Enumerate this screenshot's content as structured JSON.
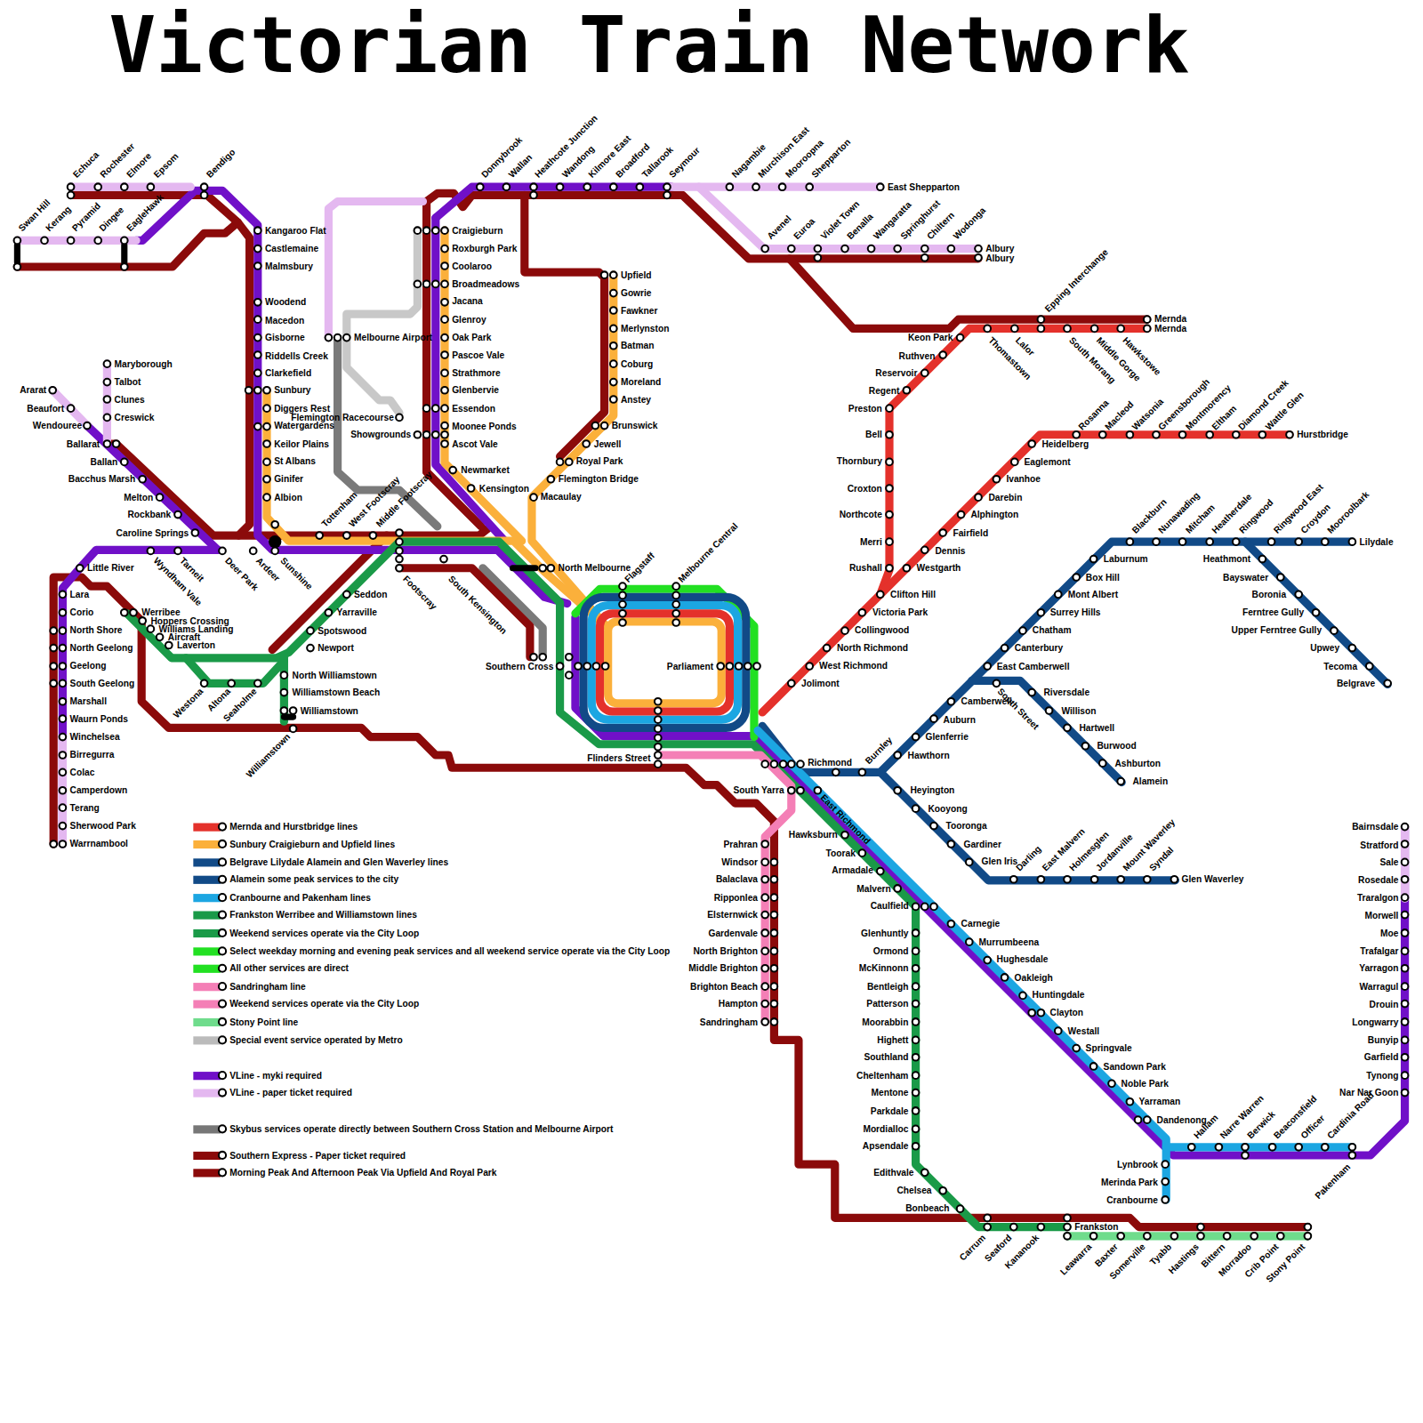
{
  "diagram": {
    "title": "Victorian Train Network",
    "labels": [
      "Swan Hill",
      "Kerang",
      "Pyramid",
      "Dingee",
      "EagleHawk",
      "Echuca",
      "Rochester",
      "Elmore",
      "Epsom",
      "Bendigo",
      "Kangaroo Flat",
      "Castlemaine",
      "Malmsbury",
      "Woodend",
      "Macedon",
      "Gisborne",
      "Riddells Creek",
      "Clarkefield",
      "Sunbury",
      "Diggers Rest",
      "Watergardens",
      "Keilor Plains",
      "St Albans",
      "Ginifer",
      "Albion",
      "Sunshine",
      "Ardeer",
      "Deer Park",
      "Tarneit",
      "Wyndham Vale",
      "Caroline Springs",
      "Rockbank",
      "Melton",
      "Bacchus Marsh",
      "Ballan",
      "Ballarat",
      "Wendouree",
      "Beaufort",
      "Ararat",
      "Maryborough",
      "Talbot",
      "Clunes",
      "Creswick",
      "Little River",
      "Lara",
      "Corio",
      "North Shore",
      "North Geelong",
      "Geelong",
      "South Geelong",
      "Marshall",
      "Waurn Ponds",
      "Winchelsea",
      "Birregurra",
      "Colac",
      "Camperdown",
      "Terang",
      "Sherwood Park",
      "Warrnambool",
      "Werribee",
      "Hoppers Crossing",
      "Williams Landing",
      "Aircraft",
      "Laverton",
      "Westona",
      "Altona",
      "Seaholme",
      "Spotswood",
      "Newport",
      "Yarraville",
      "Seddon",
      "North Williamstown",
      "Williamstown Beach",
      "Williamstown",
      "Williamstown",
      "Tottenham",
      "West Footscray",
      "Middle Footscray",
      "Footscray",
      "South Kensington",
      "Melbourne Airport",
      "Flemington Racecourse",
      "Showgrounds",
      "Craigieburn",
      "Roxburgh Park",
      "Coolaroo",
      "Broadmeadows",
      "Jacana",
      "Glenroy",
      "Oak Park",
      "Pascoe Vale",
      "Strathmore",
      "Glenbervie",
      "Essendon",
      "Moonee Ponds",
      "Ascot Vale",
      "Newmarket",
      "Kensington",
      "Donnybrook",
      "Wallan",
      "Heathcote Junction",
      "Wandong",
      "Kilmore East",
      "Broadford",
      "Tallarook",
      "Seymour",
      "Nagambie",
      "Murchison East",
      "Mooroopna",
      "Shepparton",
      "East Shepparton",
      "Avenel",
      "Euroa",
      "Violet Town",
      "Benalla",
      "Wangaratta",
      "Springhurst",
      "Chiltern",
      "Wodonga",
      "Albury",
      "Albury",
      "Upfield",
      "Gowrie",
      "Fawkner",
      "Merlynston",
      "Batman",
      "Coburg",
      "Moreland",
      "Anstey",
      "Brunswick",
      "Jewell",
      "Royal Park",
      "Flemington Bridge",
      "Macaulay",
      "North Melbourne",
      "Flagstaff",
      "Melbourne Central",
      "Southern Cross",
      "Parliament",
      "Flinders Street",
      "Mernda",
      "Mernda",
      "Epping Interchange",
      "Thomastown",
      "Lalor",
      "South Morang",
      "Middle Gorge",
      "Hawkstowe",
      "Keon Park",
      "Ruthven",
      "Reservoir",
      "Regent",
      "Preston",
      "Bell",
      "Thornbury",
      "Croxton",
      "Northcote",
      "Merri",
      "Rushall",
      "Westgarth",
      "Clifton Hill",
      "Victoria Park",
      "Collingwood",
      "North Richmond",
      "West Richmond",
      "Jolimont",
      "Heidelberg",
      "Eaglemont",
      "Ivanhoe",
      "Darebin",
      "Alphington",
      "Fairfield",
      "Dennis",
      "Rosanna",
      "Macleod",
      "Watsonia",
      "Greensborough",
      "Montmorency",
      "Eltham",
      "Diamond Creek",
      "Wattle Glen",
      "Hurstbridge",
      "Blackburn",
      "Nunawading",
      "Mitcham",
      "Heatherdale",
      "Ringwood",
      "Ringwood East",
      "Croydon",
      "Mooroolbark",
      "Lilydale",
      "Laburnum",
      "Box Hill",
      "Mont Albert",
      "Surrey Hills",
      "Chatham",
      "Canterbury",
      "East Camberwell",
      "Camberwell",
      "Auburn",
      "Glenferrie",
      "Hawthorn",
      "Heathmont",
      "Bayswater",
      "Boronia",
      "Ferntree Gully",
      "Upper Ferntree Gully",
      "Upwey",
      "Tecoma",
      "Belgrave",
      "South Street",
      "Riversdale",
      "Willison",
      "Hartwell",
      "Burwood",
      "Ashburton",
      "Alamein",
      "Richmond",
      "Burnley",
      "East Richmond",
      "Heyington",
      "Kooyong",
      "Tooronga",
      "Gardiner",
      "Glen Iris",
      "Darling",
      "East Malvern",
      "Holmesglen",
      "Jordanville",
      "Mount Waverley",
      "Syndal",
      "Glen Waverley",
      "South Yarra",
      "Hawksburn",
      "Toorak",
      "Armadale",
      "Malvern",
      "Caulfield",
      "Carnegie",
      "Murrumbeena",
      "Hughesdale",
      "Oakleigh",
      "Huntingdale",
      "Clayton",
      "Westall",
      "Springvale",
      "Sandown Park",
      "Noble Park",
      "Yarraman",
      "Dandenong",
      "Hallam",
      "Narre Warren",
      "Berwick",
      "Beaconsfield",
      "Officer",
      "Cardinia Road",
      "Pakenham",
      "Lynbrook",
      "Merinda Park",
      "Cranbourne",
      "Glenhuntly",
      "Ormond",
      "McKinnonn",
      "Bentleigh",
      "Patterson",
      "Moorabbin",
      "Highett",
      "Southland",
      "Cheltenham",
      "Mentone",
      "Parkdale",
      "Mordialloc",
      "Apsendale",
      "Edithvale",
      "Chelsea",
      "Bonbeach",
      "Carrum",
      "Seaford",
      "Kananook",
      "Frankston",
      "Leawarra",
      "Baxter",
      "Somerville",
      "Tyabb",
      "Hastings",
      "Bittern",
      "Morradoo",
      "Crib Point",
      "Stony Point",
      "Prahran",
      "Windsor",
      "Balaclava",
      "Ripponlea",
      "Elsternwick",
      "Gardenvale",
      "North Brighton",
      "Middle Brighton",
      "Brighton Beach",
      "Hampton",
      "Sandringham",
      "Bairnsdale",
      "Stratford",
      "Sale",
      "Rosedale",
      "Traralgon",
      "Morwell",
      "Moe",
      "Trafalgar",
      "Yarragon",
      "Warragul",
      "Drouin",
      "Longwarry",
      "Bunyip",
      "Garfield",
      "Tynong",
      "Nar Nar Goon"
    ],
    "legend": [
      {
        "text": "Mernda and Hurstbridge lines",
        "color": "#e4312b"
      },
      {
        "text": "Sunbury Craigieburn and Upfield lines",
        "color": "#fbb03b"
      },
      {
        "text": "Belgrave Lilydale Alamein and Glen Waverley lines",
        "color": "#114a87"
      },
      {
        "text": "Alamein some peak services to the city",
        "color": "#114a87"
      },
      {
        "text": "Cranbourne and Pakenham lines",
        "color": "#1ca6e2"
      },
      {
        "text": "Frankston Werribee and Williamstown lines",
        "color": "#1a9a48"
      },
      {
        "text": "Weekend services operate via the City Loop",
        "color": "#1a9a48"
      },
      {
        "text": "Select weekday morning and evening peak services and all weekend service operate via the City Loop",
        "color": "#22e022"
      },
      {
        "text": "All other services are direct",
        "color": "#22e022"
      },
      {
        "text": "Sandringham line",
        "color": "#f47fb6"
      },
      {
        "text": "Weekend services operate via the City Loop",
        "color": "#f47fb6"
      },
      {
        "text": "Stony Point line",
        "color": "#6fdc8c"
      },
      {
        "text": "Special event service operated by Metro",
        "color": "#bbbbbb"
      },
      {
        "text": "VLine - myki required",
        "color": "#7010c8"
      },
      {
        "text": "VLine - paper ticket required",
        "color": "#e4b8f0"
      },
      {
        "text": "Skybus services operate directly between Southern Cross Station and Melbourne Airport",
        "color": "#777777"
      },
      {
        "text": "Southern Express - Paper ticket required",
        "color": "#8b0a0a"
      },
      {
        "text": "Morning Peak And Afternoon Peak Via Upfield And Royal Park",
        "color": "#8b0a0a"
      }
    ]
  }
}
